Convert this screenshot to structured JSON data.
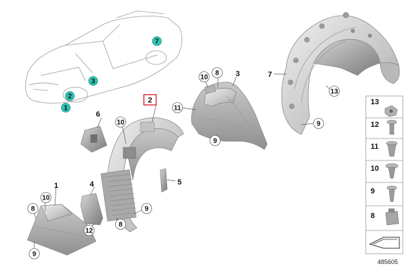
{
  "diagram_code": "485605",
  "car_markers": [
    "1",
    "2",
    "3",
    "7"
  ],
  "callouts": {
    "part1": "1",
    "part2": "2",
    "part3": "3",
    "part4": "4",
    "part5": "5",
    "part6": "6",
    "part7": "7",
    "n8a": "8",
    "n8b": "8",
    "n8c": "8",
    "n9a": "9",
    "n9b": "9",
    "n9c": "9",
    "n9d": "9",
    "n10a": "10",
    "n10b": "10",
    "n10c": "10",
    "n11": "11",
    "n12": "12",
    "n13": "13"
  },
  "legend": [
    "13",
    "12",
    "11",
    "10",
    "9",
    "8"
  ],
  "colors": {
    "teal": "#2ec4b6",
    "highlight": "#d9272e"
  }
}
